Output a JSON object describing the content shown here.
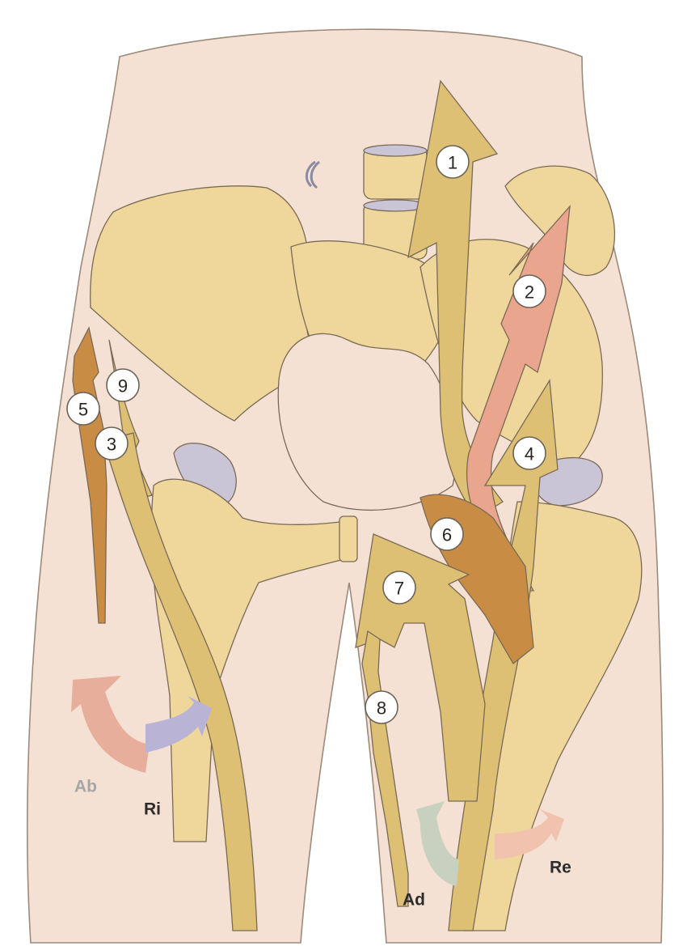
{
  "colors": {
    "background": "#ffffff",
    "body_skin": "#f4e1d3",
    "bone": "#efd79b",
    "bone_dark": "#e3c47f",
    "muscle_tan": "#ddc074",
    "muscle_pink": "#e9a58e",
    "muscle_brown": "#c88c45",
    "joint_lavender": "#c9c4d6",
    "outline": "#7a6a55"
  },
  "muscle_labels": [
    {
      "id": "m1",
      "text": "1"
    },
    {
      "id": "m2",
      "text": "2"
    },
    {
      "id": "m3",
      "text": "3"
    },
    {
      "id": "m4",
      "text": "4"
    },
    {
      "id": "m5",
      "text": "5"
    },
    {
      "id": "m6",
      "text": "6"
    },
    {
      "id": "m7",
      "text": "7"
    },
    {
      "id": "m8",
      "text": "8"
    },
    {
      "id": "m9",
      "text": "9"
    }
  ],
  "movement_labels": {
    "abduction": {
      "text": "Ab",
      "color": "#a6a6a6"
    },
    "internal_rotation": {
      "text": "Ri",
      "color": "#2c2c2c"
    },
    "adduction": {
      "text": "Ad",
      "color": "#2c2c2c"
    },
    "external_rotation": {
      "text": "Re",
      "color": "#2c2c2c"
    }
  },
  "icons": [
    "abduction-arrow-icon",
    "internal-rotation-arrow-icon",
    "adduction-arrow-icon",
    "external-rotation-arrow-icon"
  ]
}
